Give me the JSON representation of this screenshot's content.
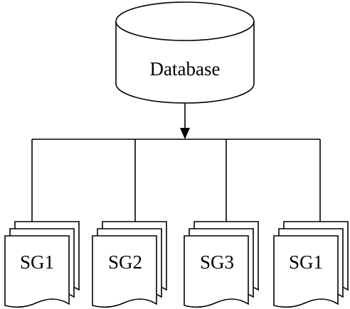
{
  "database": {
    "label": "Database"
  },
  "documents": [
    {
      "label": "SG1"
    },
    {
      "label": "SG2"
    },
    {
      "label": "SG3"
    },
    {
      "label": "SG1"
    }
  ]
}
